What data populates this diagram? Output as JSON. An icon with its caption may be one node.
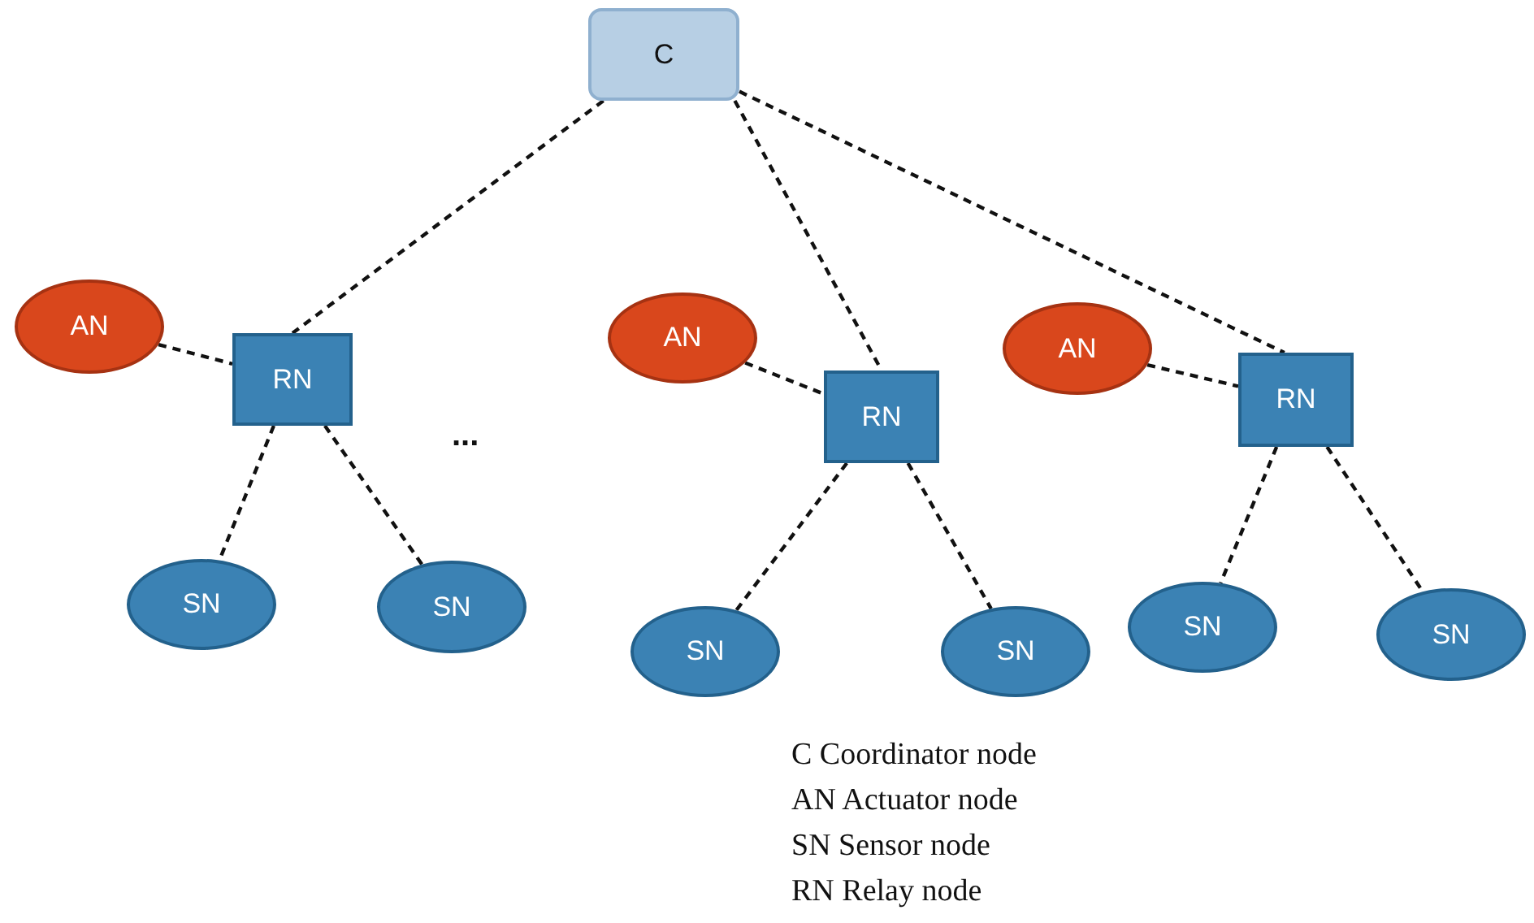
{
  "diagram": {
    "nodes": [
      {
        "text": [
          "C"
        ]
      },
      {
        "text": [
          "AN"
        ]
      },
      {
        "text": [
          "RN"
        ]
      },
      {
        "text": [
          "AN"
        ]
      },
      {
        "text": [
          "RN"
        ]
      },
      {
        "text": [
          "AN"
        ]
      },
      {
        "text": [
          "RN"
        ]
      },
      {
        "text": [
          "SN"
        ]
      },
      {
        "text": [
          "SN"
        ]
      },
      {
        "text": [
          "SN"
        ]
      },
      {
        "text": [
          "SN"
        ]
      },
      {
        "text": [
          "SN"
        ]
      },
      {
        "text": [
          "SN"
        ]
      }
    ],
    "edges": [
      {
        "from": 0,
        "to": 2,
        "arrow": "none"
      },
      {
        "from": 0,
        "to": 4,
        "arrow": "none"
      },
      {
        "from": 0,
        "to": 6,
        "arrow": "none"
      },
      {
        "from": 1,
        "to": 2,
        "arrow": "none"
      },
      {
        "from": 2,
        "to": 7,
        "arrow": "none"
      },
      {
        "from": 2,
        "to": 8,
        "arrow": "none"
      },
      {
        "from": 3,
        "to": 4,
        "arrow": "none"
      },
      {
        "from": 4,
        "to": 9,
        "arrow": "none"
      },
      {
        "from": 4,
        "to": 10,
        "arrow": "none"
      },
      {
        "from": 5,
        "to": 6,
        "arrow": "none"
      },
      {
        "from": 6,
        "to": 11,
        "arrow": "none"
      },
      {
        "from": 6,
        "to": 12,
        "arrow": "none"
      }
    ],
    "labels": [
      "...",
      "C Coordinator node",
      "AN Actuator node",
      "SN Sensor node",
      "RN Relay node"
    ]
  }
}
